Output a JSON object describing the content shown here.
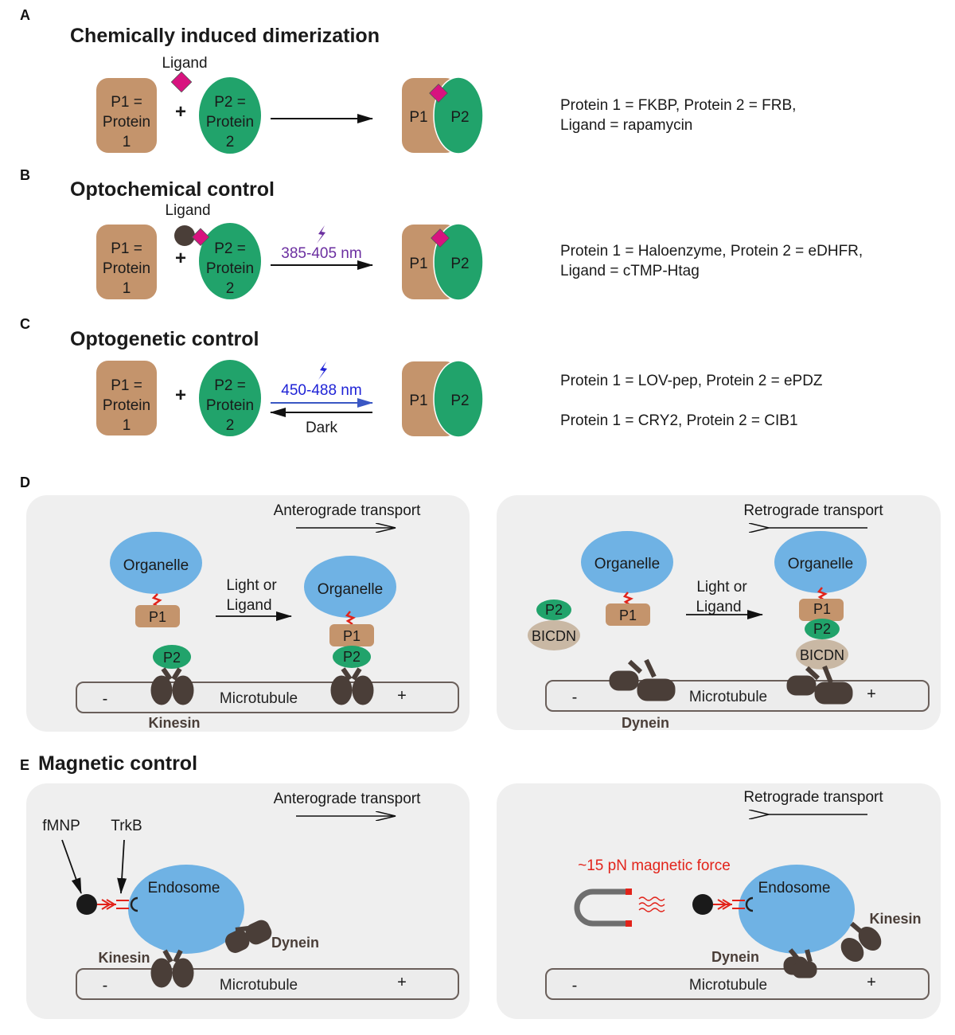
{
  "colors": {
    "protein1": "#c4946c",
    "protein2": "#21a36b",
    "ligand": "#d8137f",
    "organelle": "#6fb2e4",
    "motor": "#4a3e38",
    "bicdn": "#c9b8a4",
    "panel_bg": "#efefef",
    "linker": "#e2231a",
    "violet": "#6b2fa0",
    "blue_light": "#1f23d6",
    "magnet_tip": "#e2231a"
  },
  "panel_a": {
    "letter": "A",
    "title": "Chemically induced dimerization",
    "ligand_label": "Ligand",
    "p1_lines": [
      "P1 =",
      "Protein",
      "1"
    ],
    "p2_lines": [
      "P2 =",
      "Protein",
      "2"
    ],
    "plus": "+",
    "product_p1": "P1",
    "product_p2": "P2",
    "desc_line1": "Protein 1 =  FKBP, Protein 2 = FRB,",
    "desc_line2": "Ligand = rapamycin"
  },
  "panel_b": {
    "letter": "B",
    "title": "Optochemical control",
    "ligand_label": "Ligand",
    "p1_lines": [
      "P1 =",
      "Protein",
      "1"
    ],
    "p2_lines": [
      "P2 =",
      "Protein",
      "2"
    ],
    "plus": "+",
    "wavelength": "385-405 nm",
    "product_p1": "P1",
    "product_p2": "P2",
    "desc_line1": "Protein 1 =  Haloenzyme, Protein 2 = eDHFR,",
    "desc_line2": "Ligand = cTMP-Htag"
  },
  "panel_c": {
    "letter": "C",
    "title": "Optogenetic control",
    "p1_lines": [
      "P1 =",
      "Protein",
      "1"
    ],
    "p2_lines": [
      "P2 =",
      "Protein",
      "2"
    ],
    "plus": "+",
    "wavelength": "450-488 nm",
    "dark_label": "Dark",
    "product_p1": "P1",
    "product_p2": "P2",
    "desc_line1": "Protein 1 =  LOV-pep, Protein 2 = ePDZ",
    "desc_line2": "Protein 1 =  CRY2, Protein 2 = CIB1"
  },
  "panel_d": {
    "letter": "D",
    "left": {
      "transport_label": "Anterograde transport",
      "organelle_label": "Organelle",
      "p1": "P1",
      "p2": "P2",
      "trigger_line1": "Light or",
      "trigger_line2": "Ligand",
      "organelle2_label": "Organelle",
      "p1b": "P1",
      "p2b": "P2",
      "microtubule": "Microtubule",
      "minus": "-",
      "plus": "+",
      "motor_label": "Kinesin"
    },
    "right": {
      "transport_label": "Retrograde transport",
      "organelle_label": "Organelle",
      "p1": "P1",
      "p2": "P2",
      "bicdn": "BICDN",
      "trigger_line1": "Light or",
      "trigger_line2": "Ligand",
      "organelle2_label": "Organelle",
      "p1b": "P1",
      "p2b": "P2",
      "bicdn2": "BICDN",
      "microtubule": "Microtubule",
      "minus": "-",
      "plus": "+",
      "motor_label": "Dynein"
    }
  },
  "panel_e": {
    "letter": "E",
    "title": "Magnetic control",
    "left": {
      "transport_label": "Anterograde transport",
      "fmnp_label": "fMNP",
      "trkb_label": "TrkB",
      "endosome_label": "Endosome",
      "dynein_label": "Dynein",
      "kinesin_label": "Kinesin",
      "microtubule": "Microtubule",
      "minus": "-",
      "plus": "+"
    },
    "right": {
      "transport_label": "Retrograde transport",
      "force_label": "~15 pN magnetic force",
      "endosome_label": "Endosome",
      "kinesin_label": "Kinesin",
      "dynein_label": "Dynein",
      "microtubule": "Microtubule",
      "minus": "-",
      "plus": "+"
    }
  }
}
